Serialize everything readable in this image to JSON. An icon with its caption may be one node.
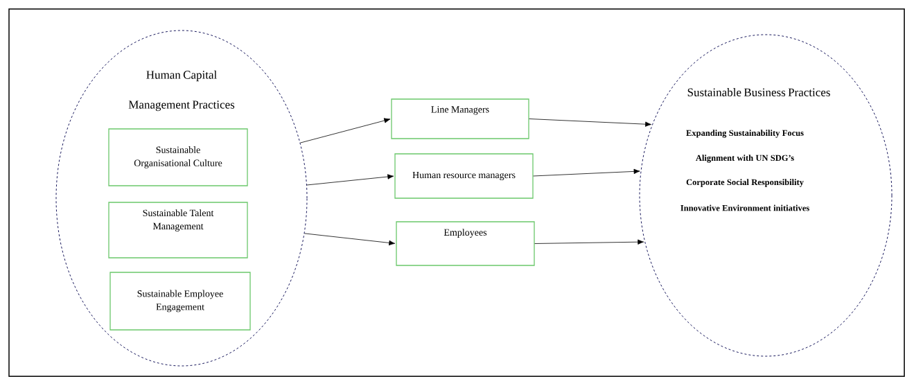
{
  "diagram": {
    "nodes": [
      {
        "text": [
          "Human Capital Management Practices"
        ]
      },
      {
        "text": [
          "Sustainable Organisational Culture"
        ],
        "in": 0
      },
      {
        "text": [
          "Sustainable Talent Management"
        ],
        "in": 0
      },
      {
        "text": [
          "Sustainable Employee Engagement"
        ],
        "in": 0
      },
      {
        "text": [
          "Line Managers"
        ]
      },
      {
        "text": [
          "Human resource managers"
        ]
      },
      {
        "text": [
          "Employees"
        ]
      },
      {
        "text": [
          "Sustainable Business Practices",
          "Expanding Sustainability Focus",
          "Alignment with UN SDG’s",
          "Corporate Social Responsibility",
          "Innovative Environment initiatives"
        ]
      }
    ],
    "edges": [
      {
        "from": 0,
        "to": 4,
        "arrow": "to"
      },
      {
        "from": 0,
        "to": 5,
        "arrow": "to"
      },
      {
        "from": 0,
        "to": 6,
        "arrow": "to"
      },
      {
        "from": 4,
        "to": 7,
        "arrow": "to"
      },
      {
        "from": 5,
        "to": 7,
        "arrow": "to"
      },
      {
        "from": 6,
        "to": 7,
        "arrow": "to"
      }
    ]
  }
}
